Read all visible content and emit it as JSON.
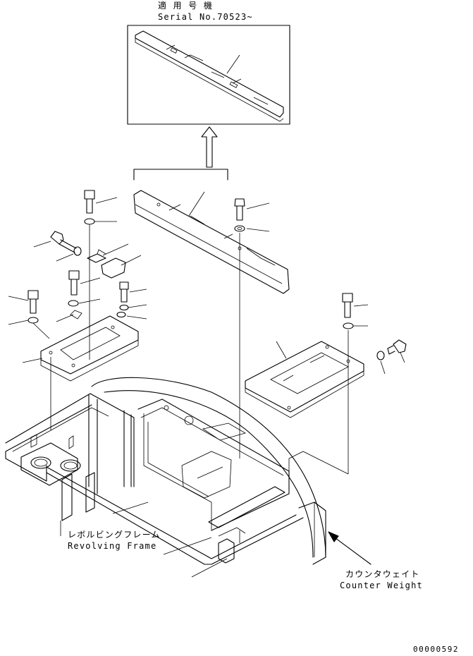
{
  "serial_note": {
    "jp": "適 用 号 機",
    "en": "Serial No.70523~"
  },
  "labels": {
    "revolving_frame_jp": "レボルビングフレーム",
    "revolving_frame_en": "Revolving Frame",
    "counter_weight_jp": "カウンタウェイト",
    "counter_weight_en": "Counter Weight"
  },
  "drawing_number": "00000592"
}
